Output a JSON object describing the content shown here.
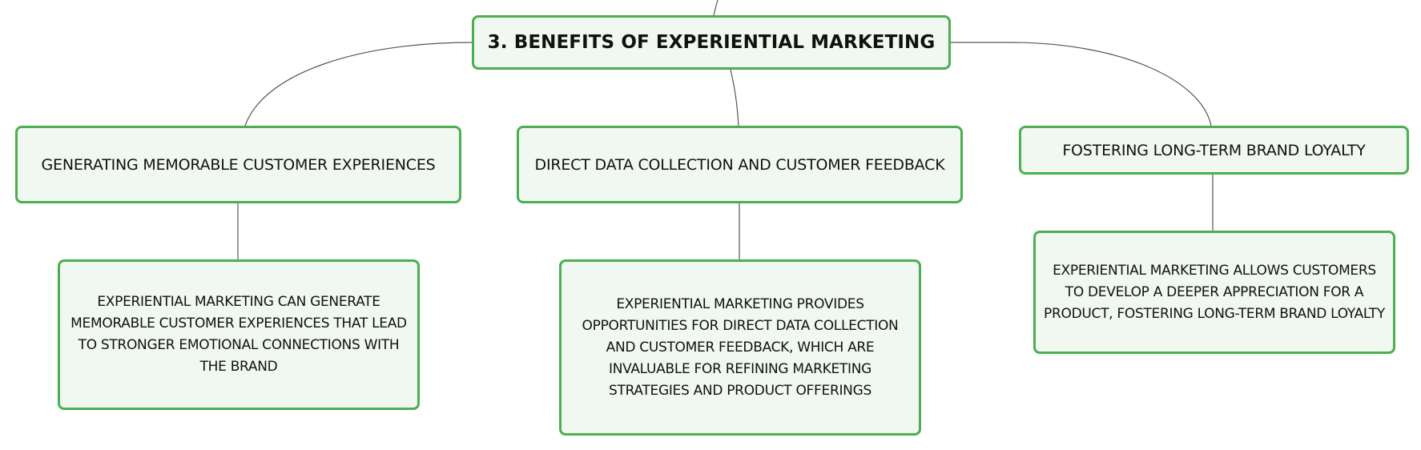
{
  "mindmap": {
    "root": {
      "label": "3. BENEFITS OF EXPERIENTIAL MARKETING"
    },
    "branches": [
      {
        "label": "GENERATING MEMORABLE CUSTOMER EXPERIENCES",
        "detail": "EXPERIENTIAL MARKETING CAN GENERATE MEMORABLE CUSTOMER EXPERIENCES THAT LEAD TO STRONGER EMOTIONAL CONNECTIONS WITH THE BRAND"
      },
      {
        "label": "DIRECT DATA COLLECTION AND CUSTOMER FEEDBACK",
        "detail": "EXPERIENTIAL MARKETING PROVIDES OPPORTUNITIES FOR DIRECT DATA COLLECTION AND CUSTOMER FEEDBACK, WHICH ARE INVALUABLE FOR REFINING MARKETING STRATEGIES AND PRODUCT OFFERINGS"
      },
      {
        "label": "FOSTERING LONG-TERM BRAND LOYALTY",
        "detail": "EXPERIENTIAL MARKETING ALLOWS CUSTOMERS TO DEVELOP A DEEPER APPRECIATION FOR A PRODUCT, FOSTERING LONG-TERM BRAND LOYALTY"
      }
    ]
  },
  "colors": {
    "node_border": "#4caf50",
    "node_fill": "#f1f8f1",
    "connector": "#555555",
    "text": "#111111"
  }
}
